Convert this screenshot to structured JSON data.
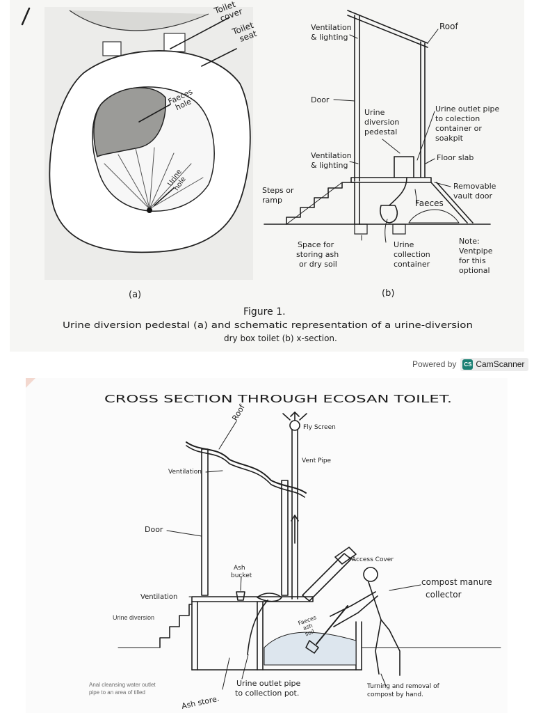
{
  "figure1": {
    "labels": {
      "toilet_cover": [
        "Toilet",
        "cover"
      ],
      "toilet_seat": [
        "Toilet",
        "seat"
      ],
      "faeces_hole": [
        "Faeces",
        "hole"
      ],
      "urine_hole": [
        "Urine",
        "hole"
      ],
      "ventilation_lighting_top": [
        "Ventilation",
        "& lighting"
      ],
      "roof": "Roof",
      "door": "Door",
      "urine_diversion_pedestal": [
        "Urine",
        "diversion",
        "pedestal"
      ],
      "urine_outlet_pipe": [
        "Urine outlet pipe",
        "to colection",
        "container or",
        "soakpit"
      ],
      "floor_slab": "Floor slab",
      "ventilation_lighting_mid": [
        "Ventilation",
        "& lighting"
      ],
      "steps_or_ramp": [
        "Steps or",
        "ramp"
      ],
      "faeces": "Faeces",
      "removable_vault_door": [
        "Removable",
        "vault door"
      ],
      "space_for_storing": [
        "Space for",
        "storing ash",
        "or dry soil"
      ],
      "urine_collection_container": [
        "Urine",
        "collection",
        "container"
      ],
      "note": [
        "Note:",
        "Ventpipe",
        "for this",
        "optional"
      ]
    },
    "panel_a_label": "(a)",
    "panel_b_label": "(b)",
    "caption_title": "Figure 1.",
    "caption_line1": "Urine diversion pedestal (a) and schematic representation of a urine-diversion",
    "caption_line2": "dry box toilet (b) x-section."
  },
  "scanner": {
    "powered_by": "Powered by",
    "badge_text": "CamScanner",
    "logo_text": "CS"
  },
  "figure2": {
    "title": "CROSS SECTION THROUGH ECOSAN TOILET.",
    "labels": {
      "roof": "Roof",
      "fly_screen": "Fly Screen",
      "vent_pipe": "Vent Pipe",
      "ventilation_top": "Ventilation",
      "door": "Door",
      "access_cover": "Access Cover",
      "ash_bucket": [
        "Ash",
        "bucket"
      ],
      "ventilation_mid": "Ventilation",
      "compost_manure_collector": [
        "compost manure",
        "collector"
      ],
      "urine_diversion": "Urine diversion",
      "faeces_ash_soil": [
        "Faeces",
        "ash",
        "soil"
      ],
      "anal_cleansing": [
        "Anal cleansing water outlet",
        "pipe to an area of tilled"
      ],
      "urine_outlet_pipe": [
        "Urine outlet pipe",
        "to collection pot."
      ],
      "ash_store": "Ash store.",
      "turning_removal": [
        "Turning and removal of",
        "compost by hand."
      ]
    }
  }
}
